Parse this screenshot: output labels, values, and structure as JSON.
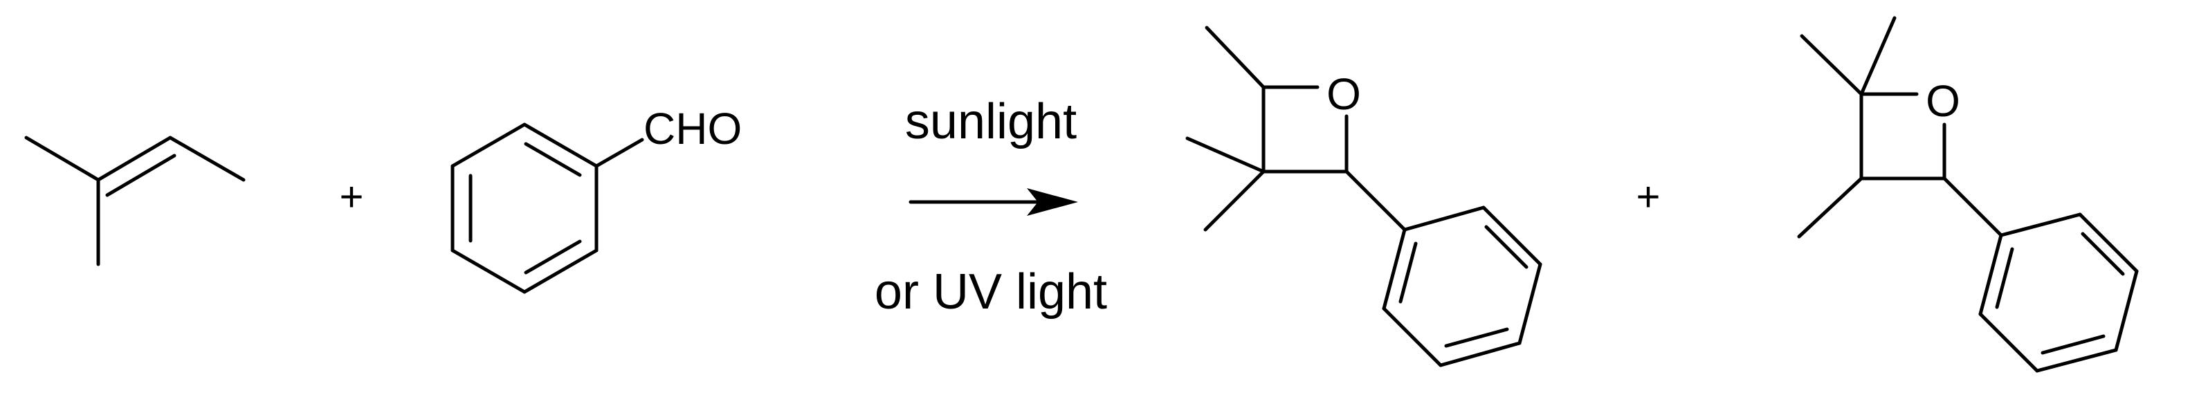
{
  "reactants": {
    "alkene": {
      "name": "2-methyl-2-butene"
    },
    "aldehyde": {
      "formyl_label": "CHO"
    }
  },
  "plus_signs": [
    "+",
    "+"
  ],
  "conditions": {
    "above_arrow": "sunlight",
    "below_arrow": "or UV light"
  },
  "products": {
    "product_1": {
      "oxygen_label": "O"
    },
    "product_2": {
      "oxygen_label": "O"
    }
  }
}
